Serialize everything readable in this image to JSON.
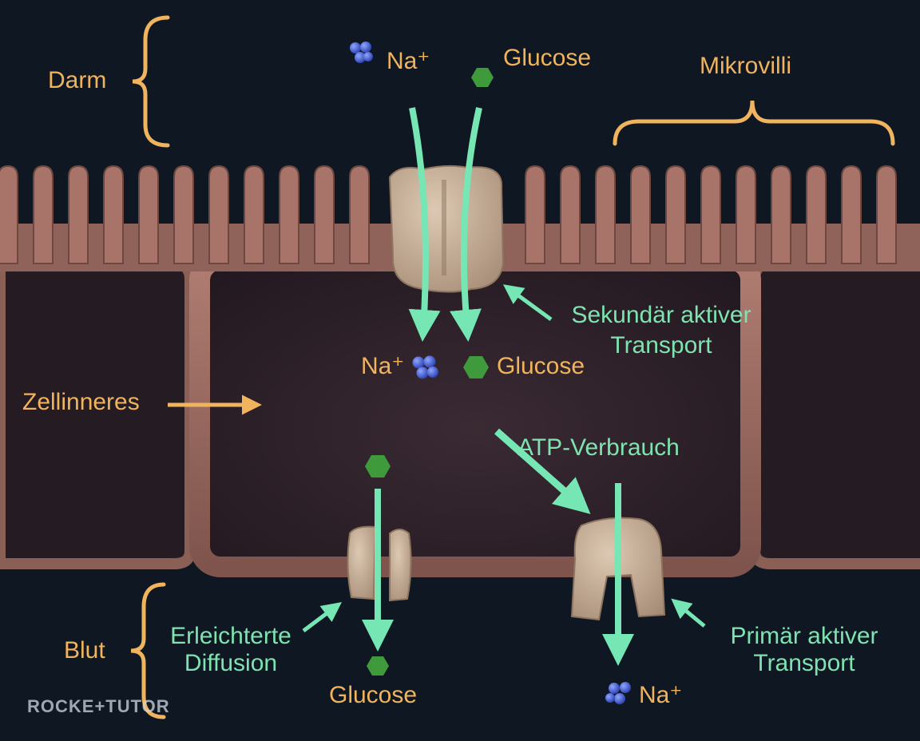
{
  "labels": {
    "darm": "Darm",
    "mikrovilli": "Mikrovilli",
    "zellinneres": "Zellinneres",
    "blut": "Blut",
    "na_top": "Na⁺",
    "glucose_top": "Glucose",
    "na_mid": "Na⁺",
    "glucose_mid": "Glucose",
    "sekundaer_line1": "Sekundär aktiver",
    "sekundaer_line2": "Transport",
    "atp": "ATP-Verbrauch",
    "erleichterte_line1": "Erleichterte",
    "erleichterte_line2": "Diffusion",
    "primaer_line1": "Primär aktiver",
    "primaer_line2": "Transport",
    "glucose_bottom": "Glucose",
    "na_bottom": "Na⁺"
  },
  "logo": "ROCKE+TUTOR",
  "colors": {
    "background": "#0f1722",
    "orange_label": "#f0b35e",
    "green_label": "#7ee3b0",
    "arrow": "#76e6b4",
    "membrane": "#9a6b62",
    "cell_interior": "#2a1e26",
    "protein": "#c8b19a",
    "sodium": "#3b5bd6",
    "glucose": "#3f9a3c"
  },
  "icons": {
    "sodium": "sodium-ion-cluster-icon",
    "glucose": "glucose-hexagon-icon",
    "transporter": "membrane-protein-icon"
  }
}
